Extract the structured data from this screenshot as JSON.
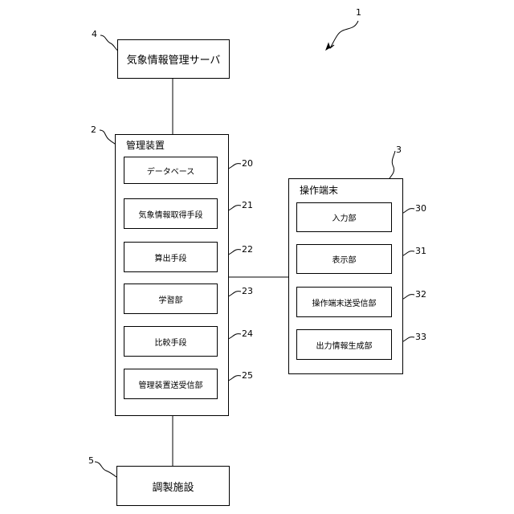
{
  "system_ref": "1",
  "server": {
    "label": "気象情報管理サーバ",
    "ref": "4"
  },
  "management": {
    "title": "管理装置",
    "ref": "2",
    "units": [
      {
        "label": "データベース",
        "ref": "20"
      },
      {
        "label": "気象情報取得手段",
        "ref": "21"
      },
      {
        "label": "算出手段",
        "ref": "22"
      },
      {
        "label": "学習部",
        "ref": "23"
      },
      {
        "label": "比較手段",
        "ref": "24"
      },
      {
        "label": "管理装置送受信部",
        "ref": "25"
      }
    ]
  },
  "terminal": {
    "title": "操作端末",
    "ref": "3",
    "units": [
      {
        "label": "入力部",
        "ref": "30"
      },
      {
        "label": "表示部",
        "ref": "31"
      },
      {
        "label": "操作端末送受信部",
        "ref": "32"
      },
      {
        "label": "出力情報生成部",
        "ref": "33"
      }
    ]
  },
  "facility": {
    "label": "調製施設",
    "ref": "5"
  }
}
